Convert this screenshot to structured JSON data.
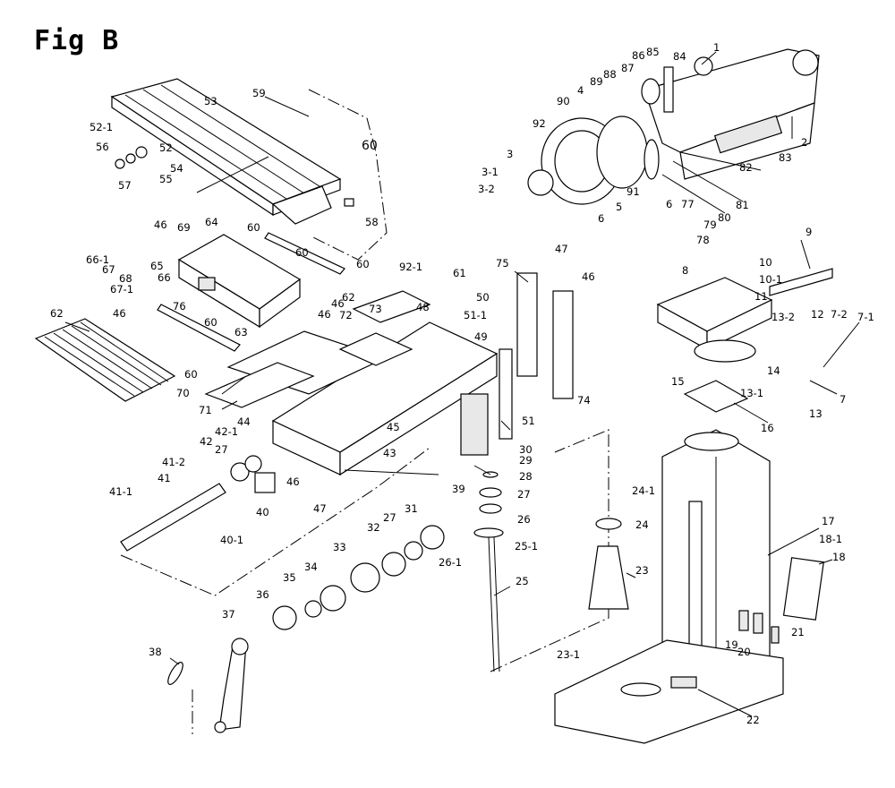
{
  "figure": {
    "title": "Fig B"
  },
  "part_labels": [
    "1",
    "2",
    "3",
    "3-1",
    "3-2",
    "4",
    "5",
    "6",
    "6",
    "7",
    "7-1",
    "7-2",
    "8",
    "9",
    "10",
    "10-1",
    "11",
    "12",
    "13",
    "13-1",
    "13-2",
    "14",
    "15",
    "16",
    "17",
    "18",
    "18-1",
    "19",
    "20",
    "21",
    "22",
    "23",
    "23-1",
    "24",
    "24-1",
    "25",
    "25-1",
    "26",
    "26-1",
    "27",
    "27",
    "27",
    "28",
    "29",
    "30",
    "31",
    "32",
    "33",
    "34",
    "35",
    "36",
    "37",
    "38",
    "39",
    "40",
    "40-1",
    "41",
    "41-1",
    "41-2",
    "42",
    "42-1",
    "43",
    "44",
    "45",
    "46",
    "46",
    "46",
    "46",
    "46",
    "46",
    "47",
    "47",
    "48",
    "49",
    "50",
    "51",
    "51-1",
    "52",
    "52-1",
    "53",
    "54",
    "55",
    "56",
    "57",
    "58",
    "59",
    "60",
    "60",
    "60",
    "60",
    "60",
    "60",
    "61",
    "62",
    "62",
    "63",
    "64",
    "65",
    "66",
    "66-1",
    "67",
    "67-1",
    "68",
    "69",
    "70",
    "71",
    "72",
    "73",
    "74",
    "75",
    "76",
    "77",
    "78",
    "79",
    "80",
    "81",
    "82",
    "83",
    "84",
    "85",
    "86",
    "87",
    "88",
    "89",
    "90",
    "91",
    "92",
    "92-1"
  ]
}
